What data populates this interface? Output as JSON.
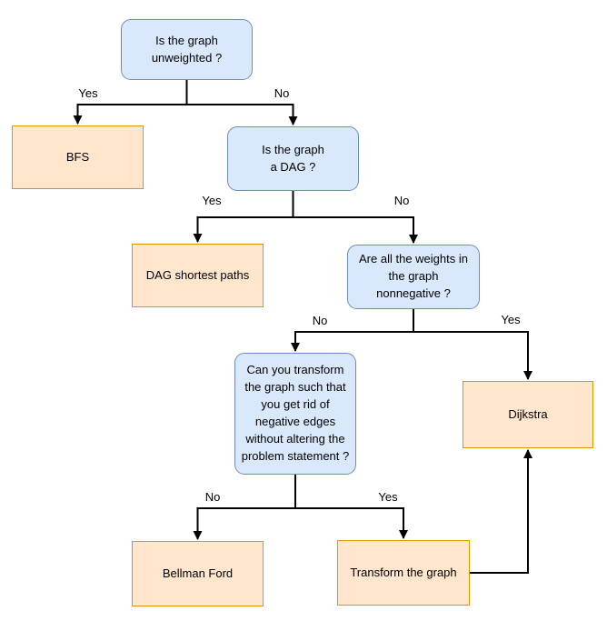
{
  "diagram": {
    "description": "Decision flowchart for choosing a shortest-path graph algorithm",
    "nodes": {
      "q_unweighted": {
        "type": "question",
        "label": "Is the graph\nunweighted ?"
      },
      "bfs": {
        "type": "result",
        "label": "BFS"
      },
      "q_dag": {
        "type": "question",
        "label": "Is the graph\na DAG ?"
      },
      "dag_sp": {
        "type": "result",
        "label": "DAG shortest paths"
      },
      "q_nonneg": {
        "type": "question",
        "label": "Are all the weights in\nthe graph\nnonnegative ?"
      },
      "q_transform": {
        "type": "question",
        "label": "Can you transform\nthe graph such that\nyou get rid of\nnegative edges\nwithout altering the\nproblem statement ?"
      },
      "dijkstra": {
        "type": "result",
        "label": "Dijkstra"
      },
      "bellman_ford": {
        "type": "result",
        "label": "Bellman Ford"
      },
      "transform": {
        "type": "result",
        "label": "Transform the graph"
      }
    },
    "edges": [
      {
        "from": "q_unweighted",
        "to": "bfs",
        "label": "Yes"
      },
      {
        "from": "q_unweighted",
        "to": "q_dag",
        "label": "No"
      },
      {
        "from": "q_dag",
        "to": "dag_sp",
        "label": "Yes"
      },
      {
        "from": "q_dag",
        "to": "q_nonneg",
        "label": "No"
      },
      {
        "from": "q_nonneg",
        "to": "q_transform",
        "label": "No"
      },
      {
        "from": "q_nonneg",
        "to": "dijkstra",
        "label": "Yes"
      },
      {
        "from": "q_transform",
        "to": "bellman_ford",
        "label": "No"
      },
      {
        "from": "q_transform",
        "to": "transform",
        "label": "Yes"
      },
      {
        "from": "transform",
        "to": "dijkstra",
        "label": ""
      }
    ],
    "colors": {
      "question_fill": "#dae8fc",
      "question_border": "#6c8ebf",
      "result_fill": "#ffe6cc",
      "result_border": "#d79b00",
      "line": "#000000",
      "text": "#000000",
      "background": "#ffffff"
    }
  }
}
